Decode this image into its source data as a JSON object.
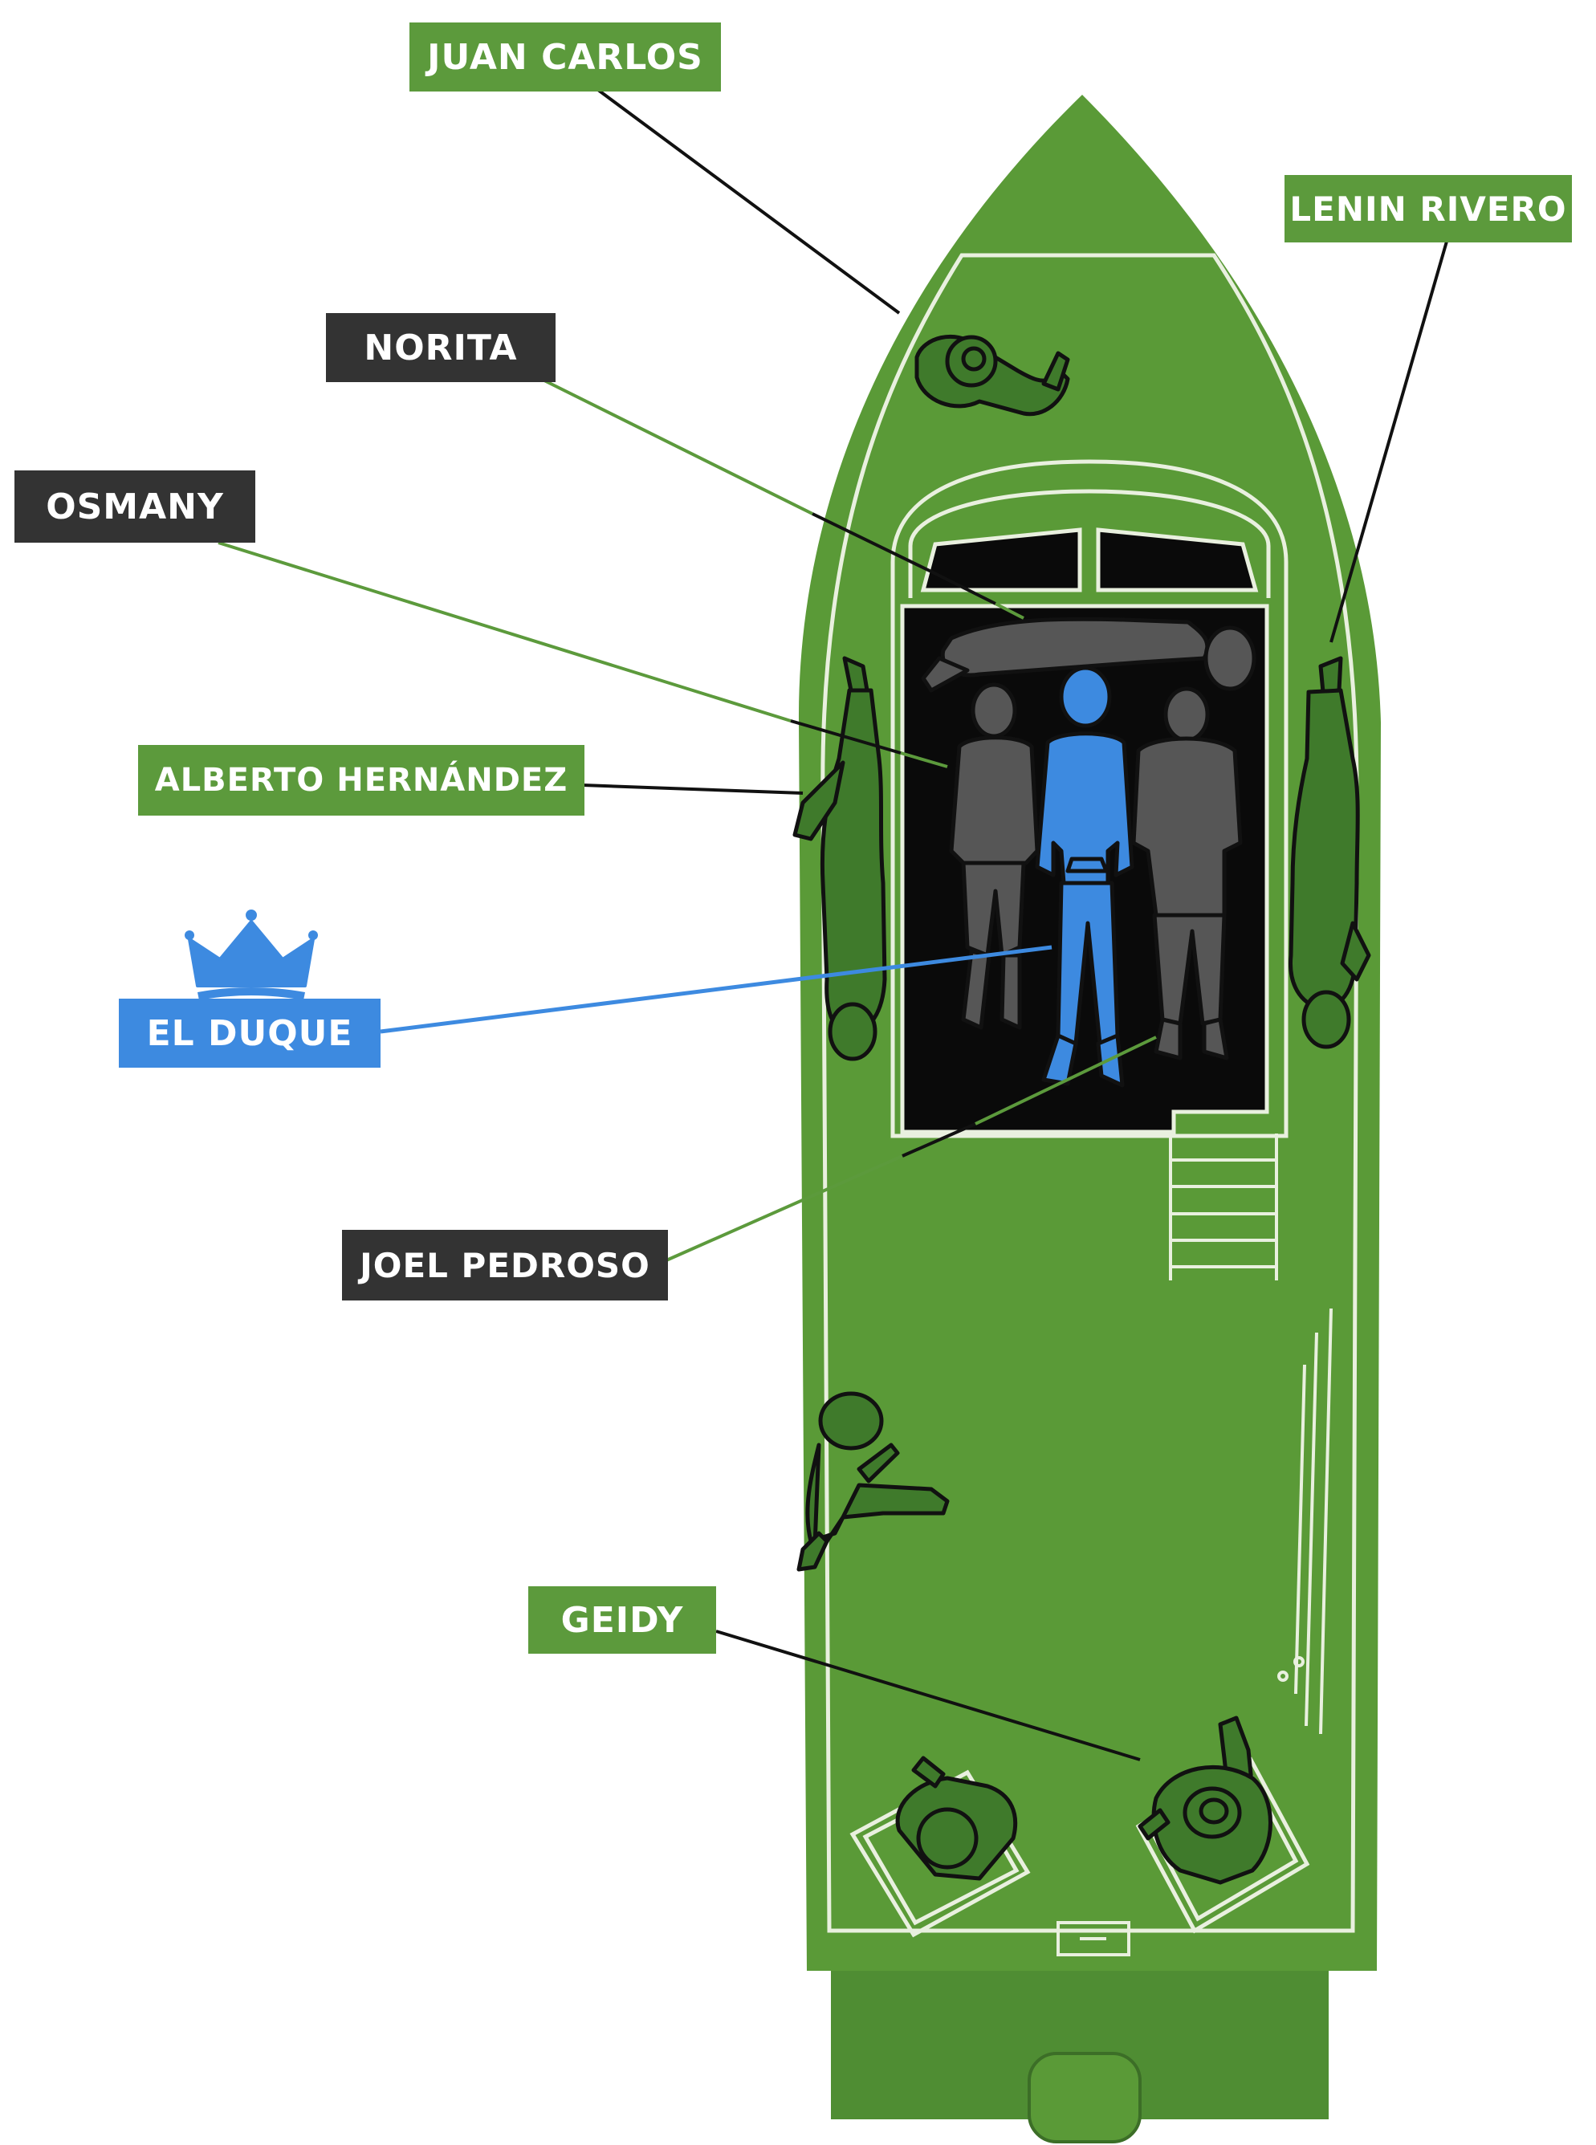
{
  "colors": {
    "hull": "#5a9a37",
    "hull_dark": "#4e8a2f",
    "stern_block": "#4f8d33",
    "deck_line": "#e9f0df",
    "cabin": "#0a0a0a",
    "figure_green": "#3f7a2b",
    "figure_gray": "#565656",
    "figure_blue": "#3d8ae0",
    "outline": "#111111",
    "label_green": "#5c9a3c",
    "label_dark": "#333333",
    "label_blue": "#3d8ae0",
    "leader_green": "#5c9a3c",
    "leader_dark": "#111111",
    "leader_blue": "#3d8ae0"
  },
  "labels": {
    "juan_carlos": "JUAN CARLOS",
    "lenin_rivero": "LENIN RIVERO",
    "norita": "NORITA",
    "osmany": "OSMANY",
    "alberto_hernandez": "ALBERTO HERNÁNDEZ",
    "el_duque": "EL DUQUE",
    "joel_pedroso": "JOEL PEDROSO",
    "geidy": "GEIDY"
  },
  "icons": {
    "crown": "crown-icon"
  }
}
